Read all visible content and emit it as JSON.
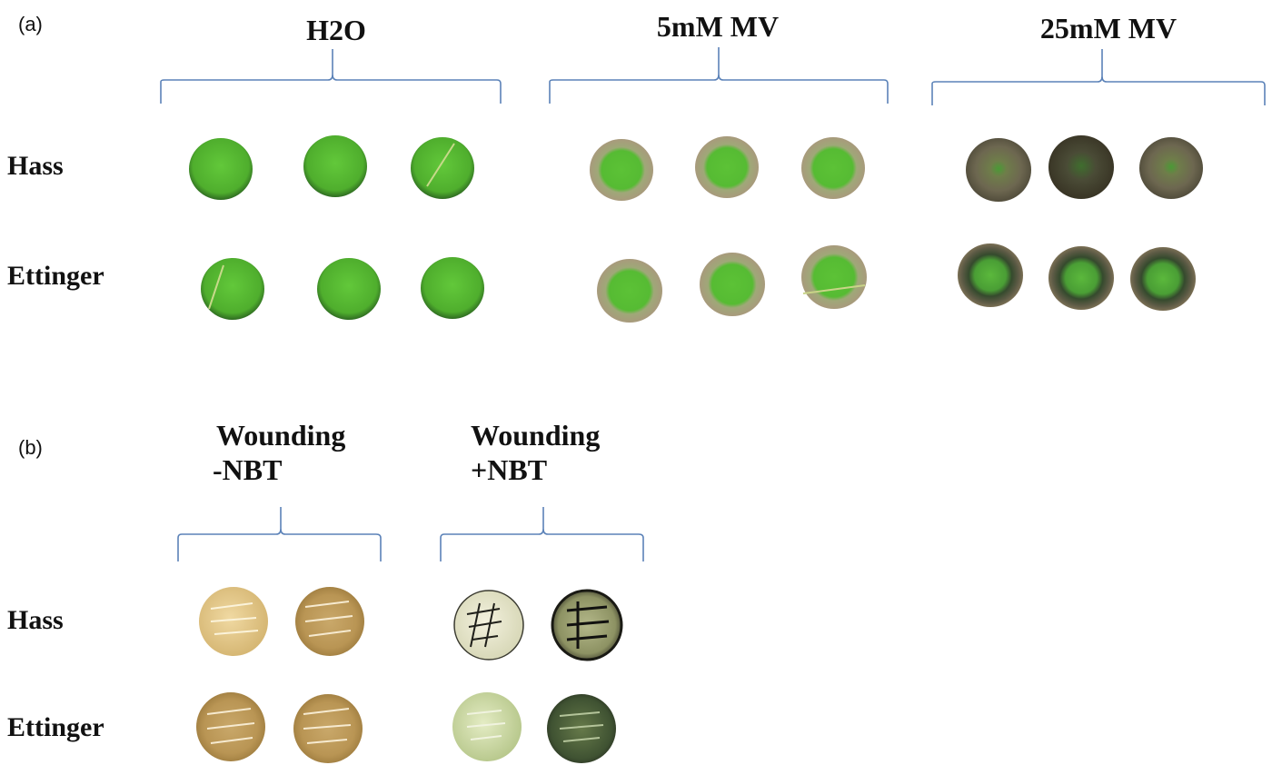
{
  "panel_a": {
    "label": "(a)",
    "groups": [
      {
        "label": "H2O"
      },
      {
        "label": "5mM MV"
      },
      {
        "label": "25mM MV"
      }
    ],
    "rows": [
      "Hass",
      "Ettinger"
    ],
    "leaf_discs": {
      "H2O": {
        "Hass": "green",
        "Ettinger": "green"
      },
      "5mM MV": {
        "Hass": "green center with bleached rim",
        "Ettinger": "green center with bleached rim"
      },
      "25mM MV": {
        "Hass": "brown necrotic with small green center",
        "Ettinger": "dark rim with green center"
      }
    }
  },
  "panel_b": {
    "label": "(b)",
    "groups": [
      {
        "line1": "Wounding",
        "line2": "-NBT"
      },
      {
        "line1": "Wounding",
        "line2": "+NBT"
      }
    ],
    "rows": [
      "Hass",
      "Ettinger"
    ]
  },
  "colors": {
    "brace": "#5b82b8",
    "healthy_green": "#52b530",
    "bleached_rim": "#b7a98a",
    "necrotic_brown": "#6b6048",
    "tan_disc": "#dcc27e",
    "nbt_dark": "#3b4a2c"
  }
}
